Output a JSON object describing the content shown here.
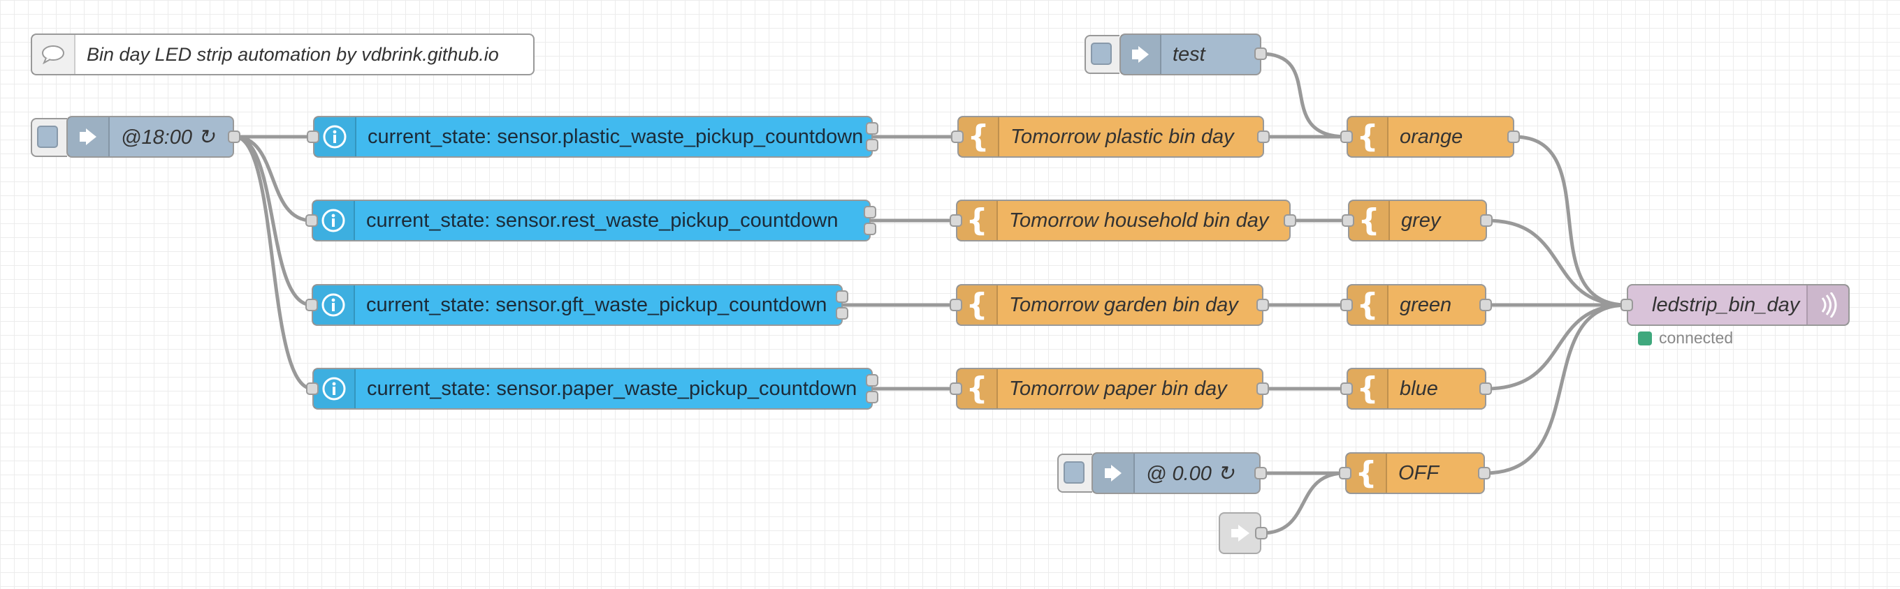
{
  "comment": {
    "text": "Bin day LED strip automation by vdbrink.github.io"
  },
  "inject_test": {
    "label": "test"
  },
  "inject_1800": {
    "label": "@18:00 ↻"
  },
  "inject_0000": {
    "label": "@ 0.00 ↻"
  },
  "ha_nodes": {
    "plastic": "current_state: sensor.plastic_waste_pickup_countdown",
    "rest": "current_state: sensor.rest_waste_pickup_countdown",
    "gft": "current_state: sensor.gft_waste_pickup_countdown",
    "paper": "current_state: sensor.paper_waste_pickup_countdown"
  },
  "templates": {
    "plastic": "Tomorrow plastic bin day",
    "household": "Tomorrow household bin day",
    "garden": "Tomorrow garden bin day",
    "paper": "Tomorrow paper bin day"
  },
  "colors": {
    "orange": "orange",
    "grey": "grey",
    "green": "green",
    "blue": "blue",
    "off": "OFF"
  },
  "output": {
    "label": "ledstrip_bin_day",
    "status": "connected"
  },
  "theme": {
    "inject": "#a6bbcf",
    "template": "#f0b562",
    "home_assistant": "#41baef",
    "output": "#d9c3d9",
    "status_connected": "#3fa87d",
    "wire": "#999999"
  }
}
